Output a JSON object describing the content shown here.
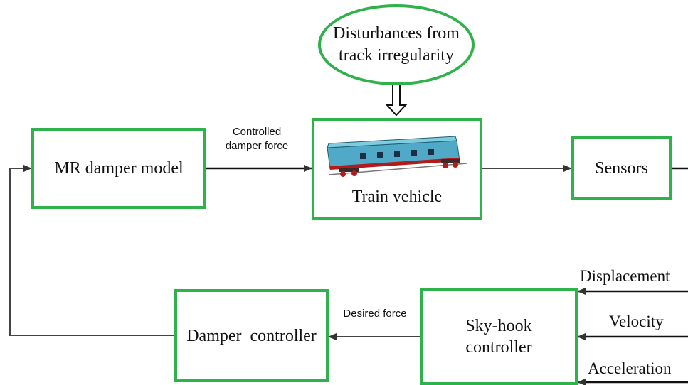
{
  "disturbance": {
    "line1": "Disturbances from",
    "line2": "track irregularity"
  },
  "blocks": {
    "mr_damper_model": "MR damper model",
    "train_vehicle": "Train vehicle",
    "sensors": "Sensors",
    "skyhook_line1": "Sky-hook",
    "skyhook_line2": "controller",
    "damper_controller": "Damper  controller"
  },
  "arrow_labels": {
    "controlled_line1": "Controlled",
    "controlled_line2": "damper force",
    "desired_force": "Desired force"
  },
  "signals": {
    "displacement": "Displacement",
    "velocity": "Velocity",
    "acceleration": "Acceleration"
  },
  "colors": {
    "block_border": "#2fb14b",
    "line": "#333333"
  }
}
